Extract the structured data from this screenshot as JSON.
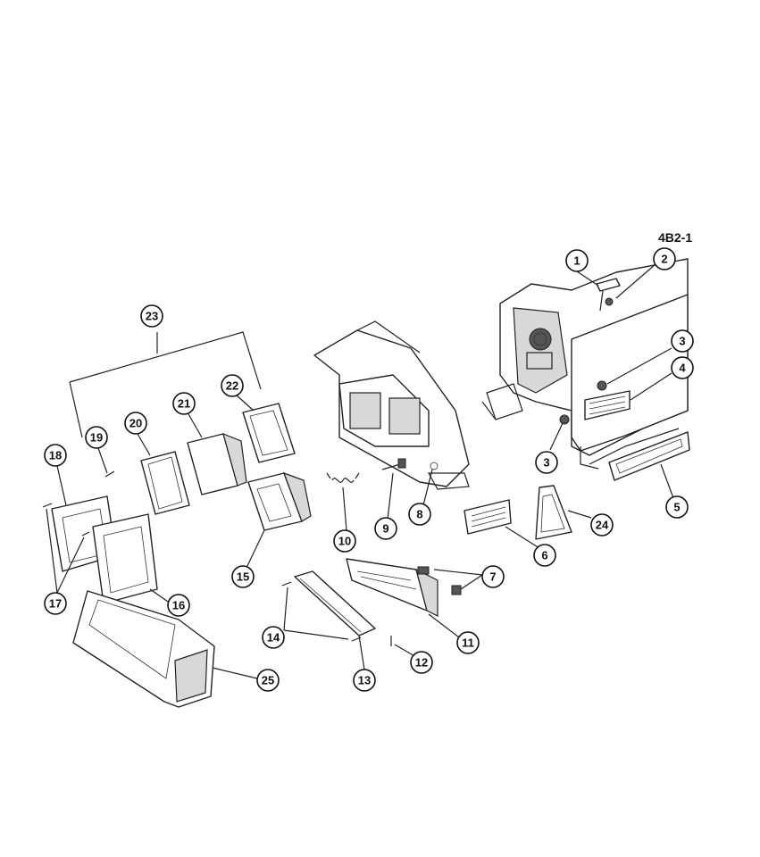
{
  "figure": {
    "reference": "4B2-1"
  },
  "callouts": [
    "1",
    "2",
    "3",
    "4",
    "3",
    "5",
    "24",
    "6",
    "7",
    "8",
    "9",
    "10",
    "11",
    "12",
    "13",
    "14",
    "15",
    "16",
    "17",
    "18",
    "19",
    "20",
    "21",
    "22",
    "23",
    "25"
  ]
}
